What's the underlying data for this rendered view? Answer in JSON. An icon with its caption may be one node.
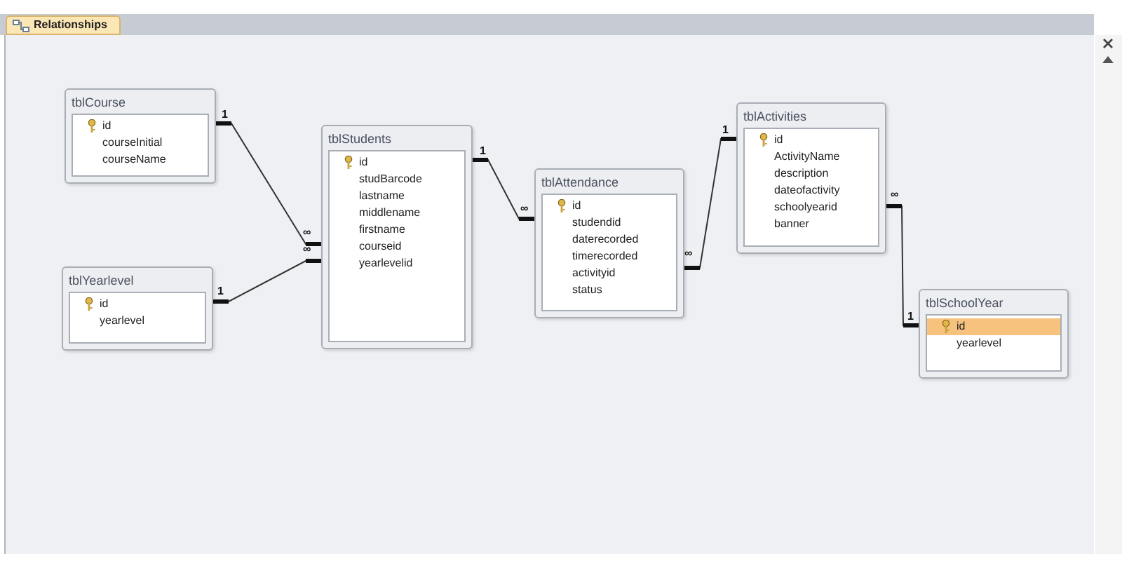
{
  "diagram": {
    "nodes": [
      {
        "text": [
          "tblCourse",
          "id",
          "courseInitial",
          "courseName"
        ]
      },
      {
        "text": [
          "tblYearlevel",
          "id",
          "yearlevel"
        ]
      },
      {
        "text": [
          "tblStudents",
          "id",
          "studBarcode",
          "lastname",
          "middlename",
          "firstname",
          "courseid",
          "yearlevelid"
        ]
      },
      {
        "text": [
          "tblAttendance",
          "id",
          "studendid",
          "daterecorded",
          "timerecorded",
          "activityid",
          "status"
        ]
      },
      {
        "text": [
          "tblActivities",
          "id",
          "ActivityName",
          "description",
          "dateofactivity",
          "schoolyearid",
          "banner"
        ]
      },
      {
        "text": [
          "tblSchoolYear",
          "id",
          "yearlevel"
        ]
      }
    ],
    "edges": [
      {
        "from": 0,
        "to": 2,
        "arrow": "other"
      },
      {
        "from": 1,
        "to": 2,
        "arrow": "other"
      },
      {
        "from": 2,
        "to": 3,
        "arrow": "other"
      },
      {
        "from": 4,
        "to": 3,
        "arrow": "other"
      },
      {
        "from": 4,
        "to": 5,
        "arrow": "other"
      }
    ],
    "labels": [
      "Relationships",
      "1",
      "1",
      "1",
      "∞",
      "∞",
      "∞",
      "∞",
      "∞",
      "1",
      "1"
    ]
  }
}
